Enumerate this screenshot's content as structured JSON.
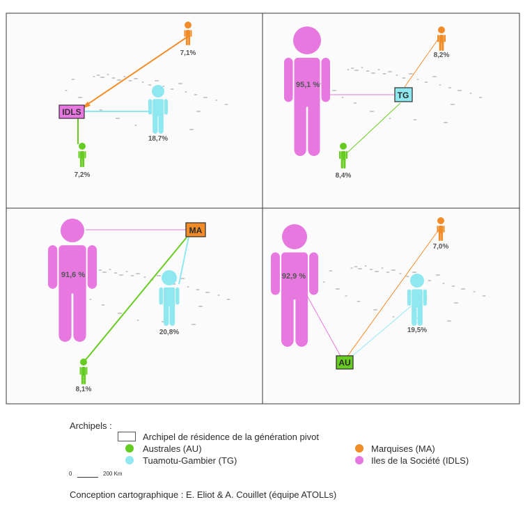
{
  "panels": [
    {
      "id": "idls",
      "pivot_code": "IDLS",
      "pivot_color": "#e678e0",
      "figures": [
        {
          "archipelago": "MA",
          "value": "7,1%",
          "color": "#f28c28"
        },
        {
          "archipelago": "TG",
          "value": "18,7%",
          "color": "#8fe8f0"
        },
        {
          "archipelago": "AU",
          "value": "7,2%",
          "color": "#66cc22"
        }
      ]
    },
    {
      "id": "tg",
      "pivot_code": "TG",
      "pivot_color": "#8fe8f0",
      "figures": [
        {
          "archipelago": "IDLS",
          "value": "95,1 %",
          "color": "#e678e0"
        },
        {
          "archipelago": "MA",
          "value": "8,2%",
          "color": "#f28c28"
        },
        {
          "archipelago": "AU",
          "value": "8,4%",
          "color": "#66cc22"
        }
      ]
    },
    {
      "id": "ma",
      "pivot_code": "MA",
      "pivot_color": "#f28c28",
      "figures": [
        {
          "archipelago": "IDLS",
          "value": "91,6 %",
          "color": "#e678e0"
        },
        {
          "archipelago": "TG",
          "value": "20,8%",
          "color": "#8fe8f0"
        },
        {
          "archipelago": "AU",
          "value": "8,1%",
          "color": "#66cc22"
        }
      ]
    },
    {
      "id": "au",
      "pivot_code": "AU",
      "pivot_color": "#66cc22",
      "figures": [
        {
          "archipelago": "IDLS",
          "value": "92,9 %",
          "color": "#e678e0"
        },
        {
          "archipelago": "MA",
          "value": "7,0%",
          "color": "#f28c28"
        },
        {
          "archipelago": "TG",
          "value": "19,5%",
          "color": "#8fe8f0"
        }
      ]
    }
  ],
  "legend": {
    "title": "Archipels :",
    "pivot_label": "Archipel de résidence de la génération pivot",
    "items": [
      {
        "label": "Australes (AU)",
        "color": "#66cc22"
      },
      {
        "label": "Tuamotu-Gambier (TG)",
        "color": "#8fe8f0"
      },
      {
        "label": "Marquises (MA)",
        "color": "#f28c28"
      },
      {
        "label": "Iles de la Société (IDLS)",
        "color": "#e678e0"
      }
    ],
    "scale_start": "0",
    "scale_end": "200 Km",
    "credit": "Conception cartographique : E. Eliot & A. Couillet (équipe ATOLLs)"
  }
}
